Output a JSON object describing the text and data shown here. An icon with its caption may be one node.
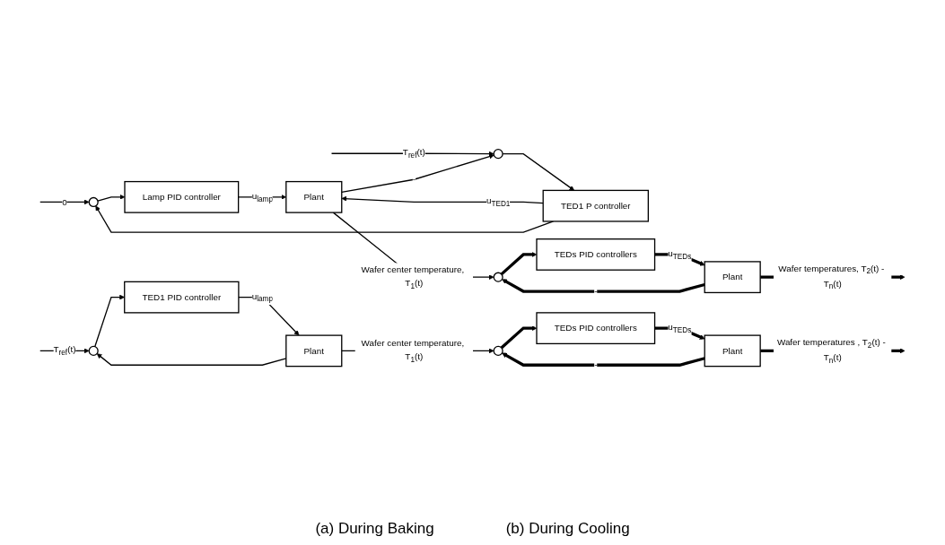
{
  "diagram": {
    "nodes": [
      {
        "text": [],
        "shape": "circle"
      },
      {
        "text": [
          "Lamp PID controller"
        ]
      },
      {
        "text": [],
        "shape": "circle"
      },
      {
        "text": [
          "TED1 P controller"
        ]
      },
      {
        "text": [
          "Plant"
        ]
      },
      {
        "text": [],
        "shape": "circle"
      },
      {
        "text": [
          "TEDs PID controllers"
        ]
      },
      {
        "text": [
          "Plant"
        ]
      },
      {
        "text": [],
        "shape": "circle"
      },
      {
        "text": [
          "TED1 PID controller"
        ]
      },
      {
        "text": [
          "Plant"
        ]
      },
      {
        "text": [],
        "shape": "circle"
      },
      {
        "text": [
          "TEDs PID controllers"
        ]
      },
      {
        "text": [
          "Plant"
        ]
      }
    ],
    "edges": [
      {
        "from": null,
        "to": 0,
        "arrow": "to",
        "label": "0"
      },
      {
        "from": 0,
        "to": 1,
        "arrow": "to"
      },
      {
        "from": null,
        "to": 2,
        "arrow": "to",
        "label": "T$_{ref}$(t)"
      },
      {
        "from": 2,
        "to": 3,
        "arrow": "to"
      },
      {
        "from": 1,
        "to": 4,
        "arrow": "to",
        "label": "u$_{lamp}$"
      },
      {
        "from": 3,
        "to": 4,
        "arrow": "to",
        "label": "u$_{TED1}$"
      },
      {
        "from": 3,
        "to": 0,
        "arrow": "to"
      },
      {
        "from": 4,
        "to": 2,
        "arrow": "to",
        "label": "-"
      },
      {
        "from": 4,
        "to": 5,
        "arrow": "to",
        "label": "Wafer center temperature, T$_{1}$(t)"
      },
      {
        "from": 5,
        "to": 6,
        "arrow": "to",
        "style": "thick"
      },
      {
        "from": 6,
        "to": 7,
        "arrow": "to",
        "style": "thick",
        "label": "u$_{TEDs}$"
      },
      {
        "from": 7,
        "to": null,
        "arrow": "to",
        "style": "thick",
        "label": "Wafer temperatures, T$_{2}$(t) - T$_{n}$(t)"
      },
      {
        "from": 7,
        "to": 5,
        "arrow": "to",
        "style": "thick",
        "label": "-"
      },
      {
        "from": null,
        "to": 8,
        "arrow": "to",
        "label": "T$_{ref}$(t)"
      },
      {
        "from": 8,
        "to": 9,
        "arrow": "to"
      },
      {
        "from": 9,
        "to": 10,
        "arrow": "to",
        "label": "u$_{lamp}$"
      },
      {
        "from": 10,
        "to": 8,
        "arrow": "to"
      },
      {
        "from": 10,
        "to": 11,
        "arrow": "to",
        "label": "Wafer center temperature, T$_{1}$(t)"
      },
      {
        "from": 11,
        "to": 12,
        "arrow": "to",
        "style": "thick"
      },
      {
        "from": 12,
        "to": 13,
        "arrow": "to",
        "style": "thick",
        "label": "u$_{TEDs}$"
      },
      {
        "from": 13,
        "to": null,
        "arrow": "to",
        "style": "thick",
        "label": "Wafer temperatures , T$_{2}$(t) - T$_{n}$(t)"
      },
      {
        "from": 13,
        "to": 11,
        "arrow": "to",
        "style": "thick",
        "label": "-"
      }
    ],
    "labels": [
      "(a) During Baking",
      "(b) During Cooling"
    ]
  }
}
